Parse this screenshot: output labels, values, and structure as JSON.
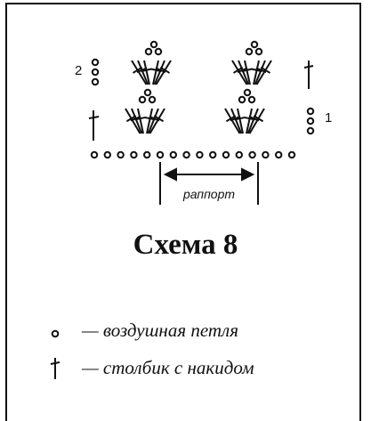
{
  "diagram": {
    "row_labels": {
      "row1": "1",
      "row2": "2"
    },
    "repeat_label": "раппорт"
  },
  "title": "Схема 8",
  "legend": [
    {
      "symbol": "chain-icon",
      "text": "— воздушная петля"
    },
    {
      "symbol": "double-crochet-icon",
      "text": "— столбик с накидом"
    }
  ],
  "colors": {
    "ink": "#111111",
    "background": "#ffffff"
  }
}
